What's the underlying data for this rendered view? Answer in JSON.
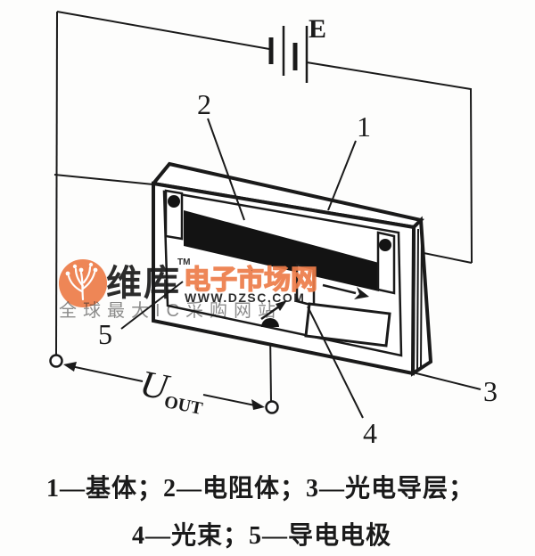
{
  "figure": {
    "type": "schematic-diagram",
    "subject": "photoconductive potentiometer with bias battery and output voltage",
    "colors": {
      "background": "#fdfdfc",
      "ink": "#1a1a1a",
      "band_black": "#131313",
      "device_fill": "#ffffff",
      "watermark_orange": "#ED7C49"
    },
    "battery_label": "E",
    "callouts": {
      "c1": "1",
      "c2": "2",
      "c3": "3",
      "c4": "4",
      "c5": "5"
    },
    "output": {
      "symbol": "U",
      "subscript": "OUT"
    }
  },
  "watermark": {
    "brand": "维库",
    "tm": "TM",
    "site": "电子市场网",
    "url": "WWW.DZSC.COM",
    "tagline": "全球最大IC采购网站"
  },
  "caption": {
    "line1": "1—基体；2—电阻体；3—光电导层；",
    "line2": "4—光束；5—导电电极"
  }
}
